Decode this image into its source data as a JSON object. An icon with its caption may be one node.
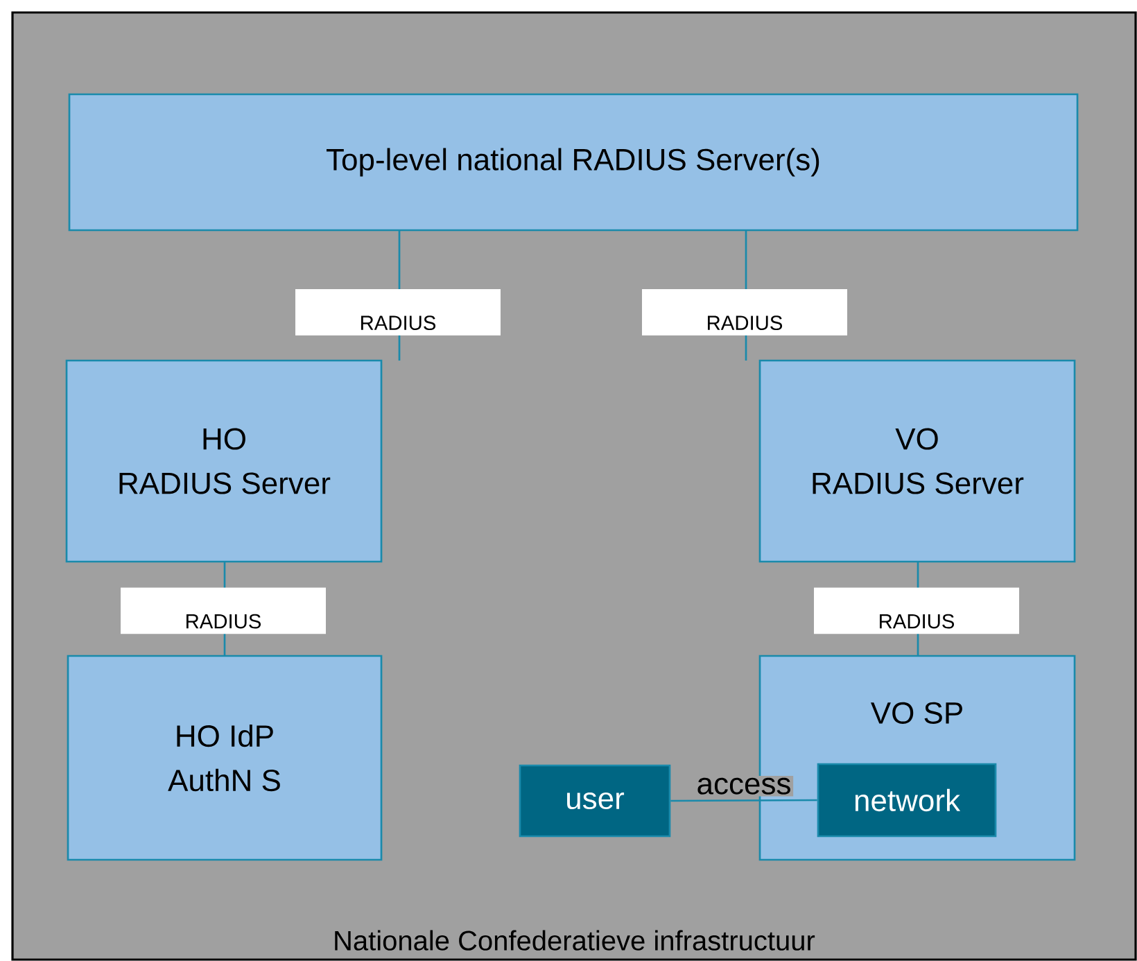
{
  "diagram": {
    "nodes": [
      {
        "text": [
          "Nationale Confederatieve infrastructuur"
        ]
      },
      {
        "text": [
          "Top-level national RADIUS Server(s)"
        ],
        "in": 0
      },
      {
        "text": [
          "HO",
          "RADIUS Server"
        ],
        "in": 0
      },
      {
        "text": [
          "VO",
          "RADIUS Server"
        ],
        "in": 0
      },
      {
        "text": [
          "HO IdP",
          "AuthN S"
        ],
        "in": 0
      },
      {
        "text": [
          "VO SP"
        ],
        "in": 0
      },
      {
        "text": [
          "user"
        ],
        "in": 0
      },
      {
        "text": [
          "network"
        ],
        "in": 5
      }
    ],
    "edges": [
      {
        "from": 1,
        "to": 2,
        "arrow": "none",
        "label": "RADIUS"
      },
      {
        "from": 1,
        "to": 3,
        "arrow": "none",
        "label": "RADIUS"
      },
      {
        "from": 2,
        "to": 4,
        "arrow": "none",
        "label": "RADIUS"
      },
      {
        "from": 3,
        "to": 5,
        "arrow": "none",
        "label": "RADIUS"
      },
      {
        "from": 6,
        "to": 7,
        "arrow": "none",
        "label": "access"
      }
    ]
  }
}
